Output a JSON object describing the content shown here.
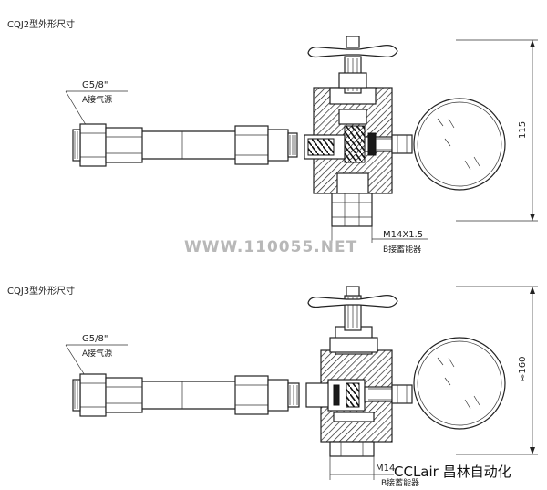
{
  "figure1": {
    "title": "CQJ2型外形尺寸",
    "thread_label": "G5/8\"",
    "inlet_label": "A接气源",
    "outlet_thread": "M14X1.5",
    "outlet_label": "B接蓄能器",
    "dimension": "115"
  },
  "figure2": {
    "title": "CQJ3型外形尺寸",
    "thread_label": "G5/8\"",
    "inlet_label": "A接气源",
    "outlet_thread": "M14",
    "outlet_label": "B接蓄能器",
    "dimension": "≈160"
  },
  "watermark": "WWW.110055.NET",
  "brand": "CCLair 昌林自动化"
}
